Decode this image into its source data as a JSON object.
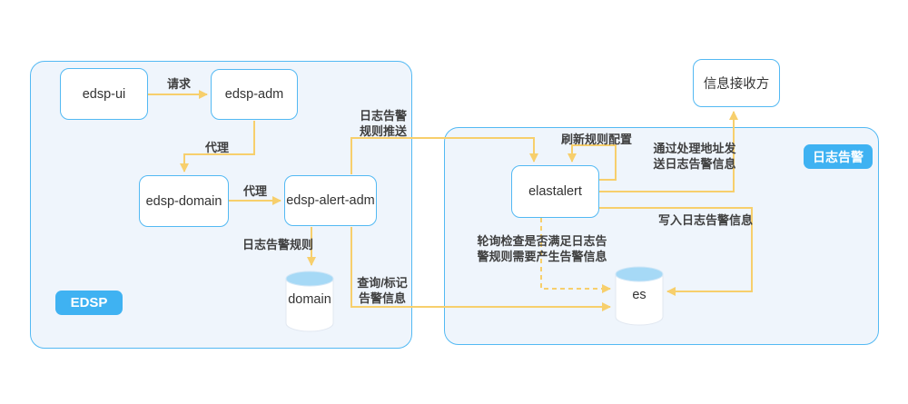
{
  "colors": {
    "accent_blue": "#53B9F3",
    "badge_blue": "#3FB2F2",
    "container_fill": "#EFF5FC",
    "arrow_yellow": "#F7CF6C",
    "node_text": "#333333",
    "label_text": "#3F3F3F",
    "cylinder_top": "#A6D9F6"
  },
  "containers": {
    "edsp_badge": "EDSP",
    "log_alert_badge": "日志告警"
  },
  "nodes": {
    "edsp_ui": "edsp-ui",
    "edsp_adm": "edsp-adm",
    "edsp_domain": "edsp-domain",
    "edsp_alert_adm": "edsp-alert-adm",
    "elastalert": "elastalert",
    "receiver": "信息接收方",
    "domain_db": "domain",
    "es_db": "es"
  },
  "edges": {
    "request": "请求",
    "proxy_adm_domain": "代理",
    "proxy_domain_alert": "代理",
    "log_alert_rule": "日志告警规则",
    "rule_push": "日志告警\n规则推送",
    "query_mark": "查询/标记\n告警信息",
    "refresh_rule_config": "刷新规则配置",
    "send_via_address": "通过处理地址发\n送日志告警信息",
    "write_alert_info": "写入日志告警信息",
    "poll_check": "轮询检查是否满足日志告\n警规则需要产生告警信息"
  }
}
